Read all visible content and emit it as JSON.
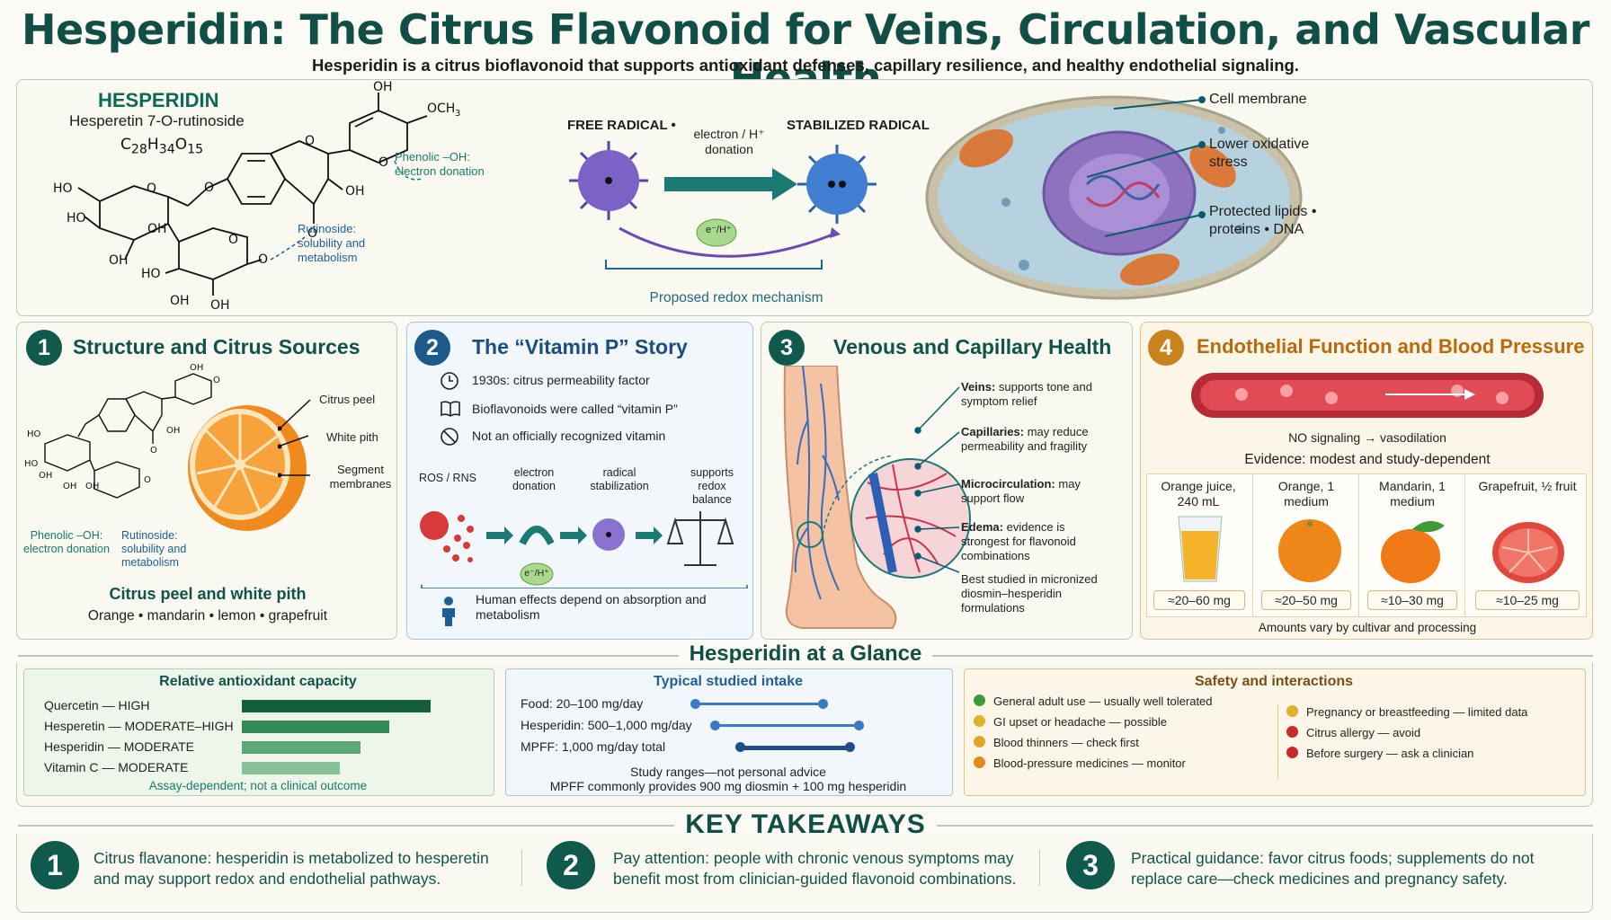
{
  "header": {
    "title": "Hesperidin: The Citrus Flavonoid for Veins, Circulation, and Vascular Health",
    "subtitle": "Hesperidin is a citrus bioflavonoid that supports antioxidant defenses, capillary resilience, and healthy endothelial signaling."
  },
  "hero": {
    "name": "HESPERIDIN",
    "synonym": "Hesperetin 7-O-rutinoside",
    "formula": "C28H34O15",
    "phenolic_note": "Phenolic –OH: electron donation",
    "rutinoside_note": "Rutinoside: solubility and metabolism",
    "free_radical": "FREE RADICAL •",
    "donation": "electron / H⁺ donation",
    "stabilized": "STABILIZED RADICAL",
    "eh": "e⁻/H⁺",
    "mechanism": "Proposed redox mechanism",
    "cell_labels": [
      "Cell membrane",
      "Lower oxidative stress",
      "Protected lipids • proteins • DNA"
    ]
  },
  "panel1": {
    "num": "1",
    "title": "Structure and Citrus Sources",
    "citrus_labels": [
      "Citrus peel",
      "White pith",
      "Segment membranes"
    ],
    "phenolic": "Phenolic –OH: electron donation",
    "rutinoside": "Rutinoside: solubility and metabolism",
    "sources_title": "Citrus peel and white pith",
    "sources": "Orange • mandarin • lemon • grapefruit"
  },
  "panel2": {
    "num": "2",
    "title": "The “Vitamin P” Story",
    "facts": [
      {
        "icon": "clock-icon",
        "text": "1930s: citrus permeability factor"
      },
      {
        "icon": "book-icon",
        "text": "Bioflavonoids were called “vitamin P”"
      },
      {
        "icon": "prohibited-icon",
        "text": "Not an officially recognized vitamin"
      }
    ],
    "steps": [
      "ROS / RNS",
      "electron donation",
      "radical stabilization",
      "supports redox balance"
    ],
    "eh": "e⁻/H⁺",
    "note": "Human effects depend on absorption and metabolism"
  },
  "panel3": {
    "num": "3",
    "title": "Venous and Capillary Health",
    "items": [
      {
        "term": "Veins:",
        "text": "supports tone and symptom relief"
      },
      {
        "term": "Capillaries:",
        "text": "may reduce permeability and fragility"
      },
      {
        "term": "Microcirculation:",
        "text": "may support flow"
      },
      {
        "term": "Edema:",
        "text": "evidence is strongest for flavonoid combinations"
      }
    ],
    "footnote": "Best studied in micronized diosmin–hesperidin formulations"
  },
  "panel4": {
    "num": "4",
    "title": "Endothelial Function and Blood Pressure",
    "signal": "NO signaling → vasodilation",
    "evidence": "Evidence: modest and study-dependent",
    "foods": [
      {
        "name": "Orange juice, 240 mL",
        "amount": "≈20–60 mg",
        "icon": "juice-glass-icon"
      },
      {
        "name": "Orange, 1 medium",
        "amount": "≈20–50 mg",
        "icon": "orange-icon"
      },
      {
        "name": "Mandarin, 1 medium",
        "amount": "≈10–30 mg",
        "icon": "mandarin-icon"
      },
      {
        "name": "Grapefruit, ½ fruit",
        "amount": "≈10–25 mg",
        "icon": "grapefruit-icon"
      }
    ],
    "footnote": "Amounts vary by cultivar and processing"
  },
  "glance": {
    "title": "Hesperidin at a Glance",
    "antioxidant": {
      "title": "Relative antioxidant capacity",
      "rows": [
        {
          "label": "Quercetin — HIGH",
          "level": 1.0,
          "color": "#155e3c"
        },
        {
          "label": "Hesperetin — MODERATE–HIGH",
          "level": 0.78,
          "color": "#2f8a55"
        },
        {
          "label": "Hesperidin — MODERATE",
          "level": 0.63,
          "color": "#5aa877"
        },
        {
          "label": "Vitamin C — MODERATE",
          "level": 0.52,
          "color": "#86c199"
        }
      ],
      "note": "Assay-dependent; not a clinical outcome"
    },
    "intake": {
      "title": "Typical studied intake",
      "rows": [
        {
          "label": "Food: 20–100 mg/day",
          "min": 20,
          "max": 100
        },
        {
          "label": "Hesperidin: 500–1,000 mg/day",
          "min": 500,
          "max": 1000
        },
        {
          "label": "MPFF: 1,000 mg/day total",
          "min": 1000,
          "max": 1000
        }
      ],
      "note1": "Study ranges—not personal advice",
      "note2": "MPFF commonly provides 900 mg diosmin + 100 mg hesperidin"
    },
    "safety": {
      "title": "Safety and interactions",
      "left": [
        {
          "text": "General adult use — usually well tolerated",
          "color": "#3e9b3a"
        },
        {
          "text": "GI upset or headache — possible",
          "color": "#e0b12a"
        },
        {
          "text": "Blood thinners — check first",
          "color": "#e0a62a"
        },
        {
          "text": "Blood-pressure medicines — monitor",
          "color": "#e08a1c"
        }
      ],
      "right": [
        {
          "text": "Pregnancy or breastfeeding — limited data",
          "color": "#e0b12a"
        },
        {
          "text": "Citrus allergy — avoid",
          "color": "#c92a2a"
        },
        {
          "text": "Before surgery — ask a clinician",
          "color": "#c92a2a"
        }
      ]
    }
  },
  "takeaways": {
    "title": "KEY TAKEAWAYS",
    "items": [
      {
        "num": "1",
        "text": "Citrus flavanone: hesperidin is metabolized to hesperetin and may support redox and endothelial pathways."
      },
      {
        "num": "2",
        "text": "Pay attention: people with chronic venous symptoms may benefit most from clinician-guided flavonoid combinations."
      },
      {
        "num": "3",
        "text": "Practical guidance: favor citrus foods; supplements do not replace care—check medicines and pregnancy safety."
      }
    ]
  }
}
